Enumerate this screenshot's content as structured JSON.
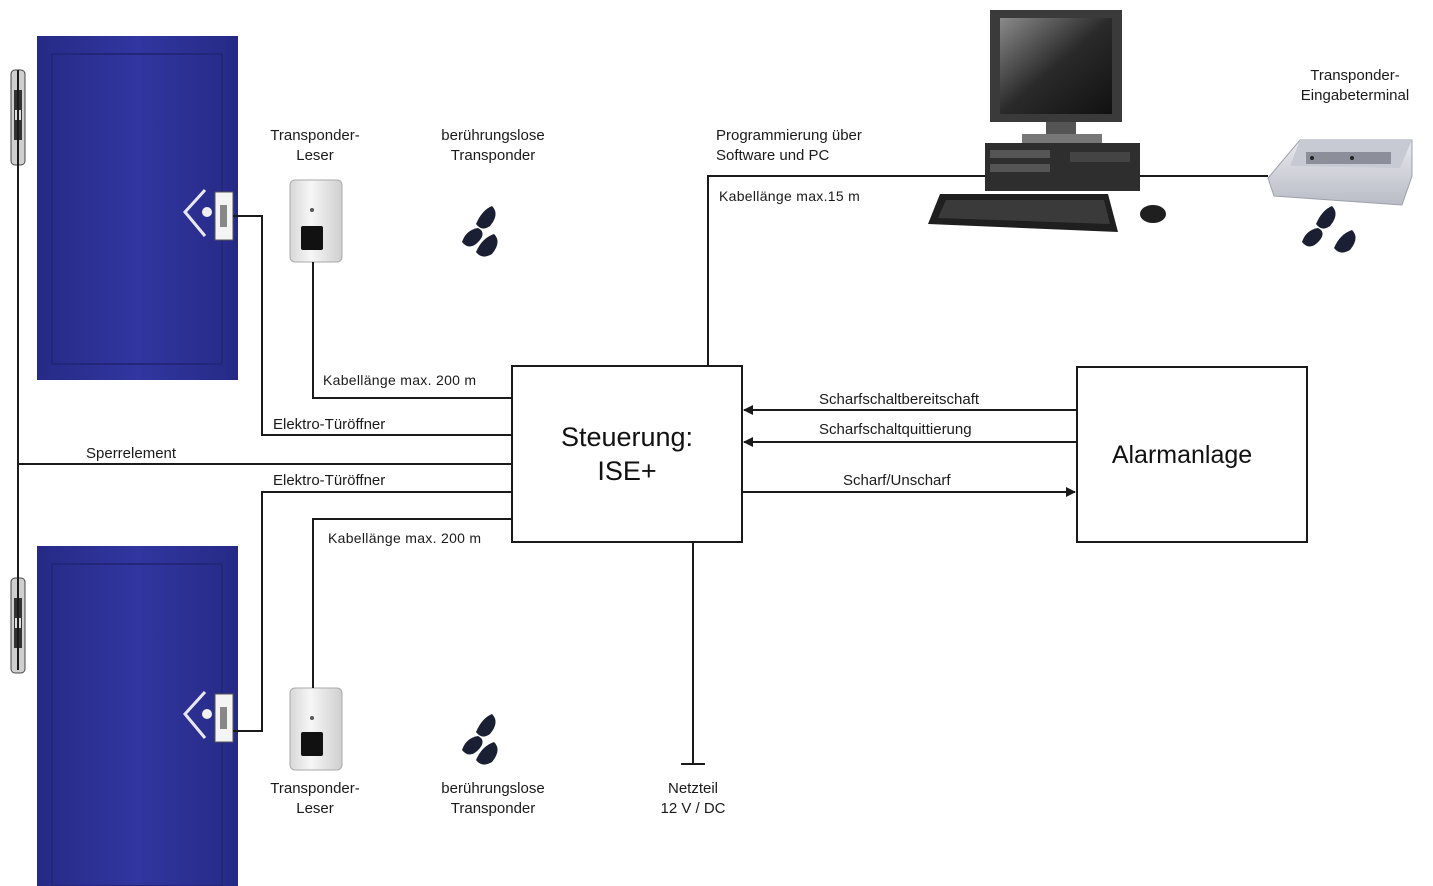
{
  "controller": {
    "line1": "Steuerung:",
    "line2": "ISE+"
  },
  "alarm": {
    "title": "Alarmanlage"
  },
  "reader_top": {
    "line1": "Transponder-",
    "line2": "Leser"
  },
  "reader_bottom": {
    "line1": "Transponder-",
    "line2": "Leser"
  },
  "transponders_top": {
    "line1": "berührungslose",
    "line2": "Transponder"
  },
  "transponders_bottom": {
    "line1": "berührungslose",
    "line2": "Transponder"
  },
  "programming": {
    "line1": "Programmierung über",
    "line2": "Software und PC"
  },
  "terminal": {
    "line1": "Transponder-",
    "line2": "Eingabeterminal"
  },
  "cables": {
    "pc": "Kabellänge max.15 m",
    "reader_top": "Kabellänge max. 200 m",
    "reader_bottom": "Kabellänge max. 200 m"
  },
  "connections": {
    "door_opener_top": "Elektro-Türöffner",
    "door_opener_bottom": "Elektro-Türöffner",
    "lock_element": "Sperrelement",
    "arm_ready": "Scharfschaltbereitschaft",
    "arm_ack": "Scharfschaltquittierung",
    "arm_toggle": "Scharf/Unscharf"
  },
  "power": {
    "line1": "Netzteil",
    "line2": "12 V / DC"
  },
  "colors": {
    "door": "#2a2f8f",
    "door_panel": "#34389e",
    "line": "#1a1a1a",
    "reader": "#eeeeee",
    "fob": "#1a1f33"
  }
}
